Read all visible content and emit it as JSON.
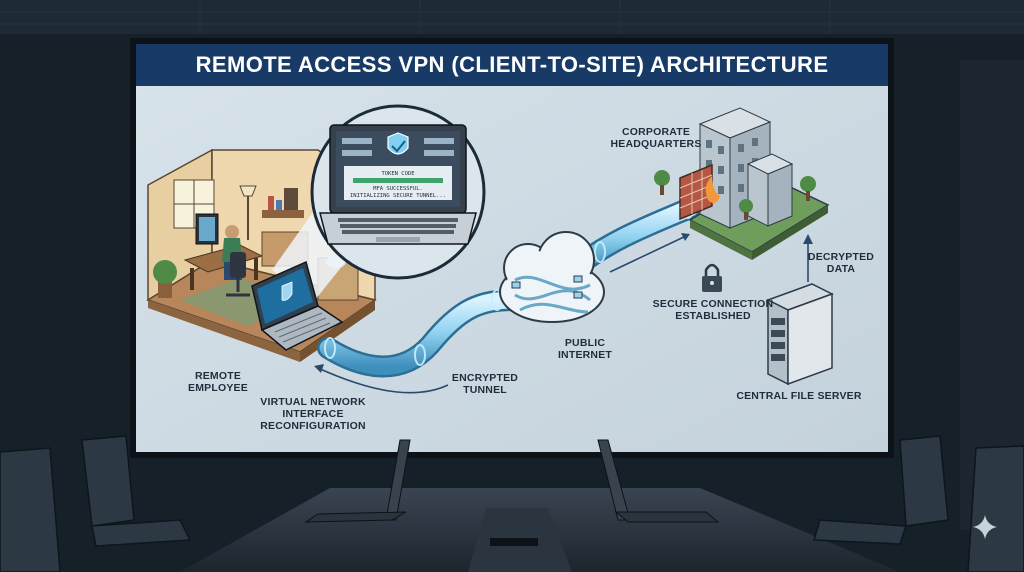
{
  "slide": {
    "title": "REMOTE ACCESS VPN (CLIENT-TO-SITE) ARCHITECTURE"
  },
  "labels": {
    "remote_employee": [
      "REMOTE",
      "EMPLOYEE"
    ],
    "virtual_network": [
      "VIRTUAL NETWORK",
      "INTERFACE",
      "RECONFIGURATION"
    ],
    "encrypted_tunnel": [
      "ENCRYPTED",
      "TUNNEL"
    ],
    "public_internet": [
      "PUBLIC",
      "INTERNET"
    ],
    "secure_connection": [
      "SECURE CONNECTION",
      "ESTABLISHED"
    ],
    "corporate_hq": [
      "CORPORATE",
      "HEADQUARTERS"
    ],
    "decrypted_data": [
      "DECRYPTED",
      "DATA"
    ],
    "central_file_server": "CENTRAL FILE SERVER"
  },
  "laptop_screen": {
    "token_label": "TOKEN CODE",
    "status_line_1": "MFA SUCCESSFUL.",
    "status_line_2": "INITIALIZING SECURE TUNNEL..."
  },
  "icons": [
    "shield-check-icon",
    "padlock-icon",
    "cloud-icon",
    "firewall-icon",
    "server-rack-icon",
    "office-building-icon",
    "sparkle-icon"
  ],
  "colors": {
    "title_bar": "#173a66",
    "slide_bg": "#cfdbe3",
    "tunnel": "#8fd1ef",
    "room": "#162029"
  }
}
